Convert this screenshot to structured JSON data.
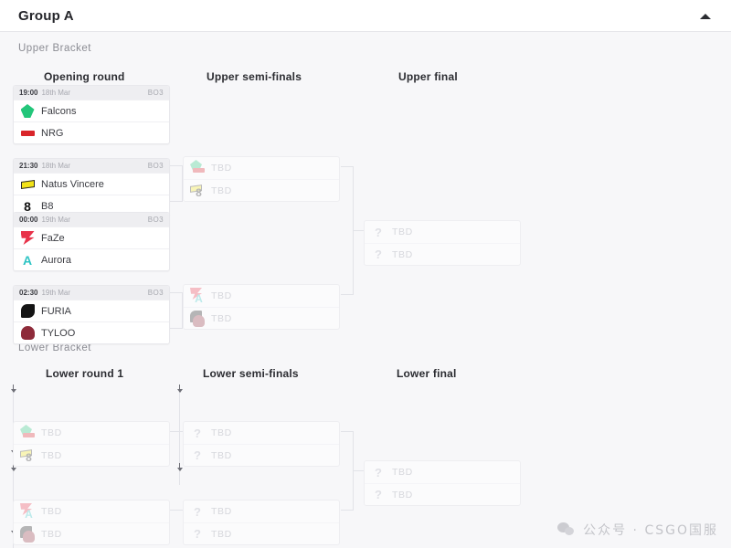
{
  "header": {
    "title": "Group A",
    "collapse_icon": "chevron-up-icon"
  },
  "sections": {
    "upper": {
      "label": "Upper Bracket",
      "rounds": [
        "Opening round",
        "Upper semi-finals",
        "Upper final"
      ]
    },
    "lower": {
      "label": "Lower Bracket",
      "rounds": [
        "Lower round 1",
        "Lower semi-finals",
        "Lower final"
      ]
    }
  },
  "tbd_label": "TBD",
  "upper_opening": [
    {
      "time": "19:00",
      "date": "18th Mar",
      "format": "BO3",
      "teams": [
        {
          "name": "Falcons",
          "logo": "falcons-logo",
          "color": "#23c67a"
        },
        {
          "name": "NRG",
          "logo": "nrg-logo",
          "color": "#d9252a"
        }
      ]
    },
    {
      "time": "21:30",
      "date": "18th Mar",
      "format": "BO3",
      "teams": [
        {
          "name": "Natus Vincere",
          "logo": "navi-logo",
          "color": "#f2e316"
        },
        {
          "name": "B8",
          "logo": "b8-logo",
          "color": "#111111"
        }
      ]
    },
    {
      "time": "00:00",
      "date": "19th Mar",
      "format": "BO3",
      "teams": [
        {
          "name": "FaZe",
          "logo": "faze-logo",
          "color": "#e8334a"
        },
        {
          "name": "Aurora",
          "logo": "aurora-logo",
          "color": "#2ec4c4"
        }
      ]
    },
    {
      "time": "02:30",
      "date": "19th Mar",
      "format": "BO3",
      "teams": [
        {
          "name": "FURIA",
          "logo": "furia-logo",
          "color": "#141414"
        },
        {
          "name": "TYLOO",
          "logo": "tyloo-logo",
          "color": "#8e2b3a"
        }
      ]
    }
  ],
  "upper_semis": [
    {
      "teams": [
        {
          "name": "TBD",
          "ghost": [
            "falcons-logo",
            "nrg-logo"
          ],
          "colors": [
            "#23c67a",
            "#d9252a"
          ]
        },
        {
          "name": "TBD",
          "ghost": [
            "navi-logo",
            "b8-logo"
          ],
          "colors": [
            "#f2e316",
            "#111111"
          ]
        }
      ]
    },
    {
      "teams": [
        {
          "name": "TBD",
          "ghost": [
            "faze-logo",
            "aurora-logo"
          ],
          "colors": [
            "#e8334a",
            "#2ec4c4"
          ]
        },
        {
          "name": "TBD",
          "ghost": [
            "furia-logo",
            "tyloo-logo"
          ],
          "colors": [
            "#141414",
            "#8e2b3a"
          ]
        }
      ]
    }
  ],
  "upper_final": [
    {
      "teams": [
        {
          "name": "TBD",
          "icon": "question-mark-icon"
        },
        {
          "name": "TBD",
          "icon": "question-mark-icon"
        }
      ]
    }
  ],
  "lower_round1": [
    {
      "teams": [
        {
          "name": "TBD",
          "ghost": [
            "falcons-logo",
            "nrg-logo"
          ],
          "colors": [
            "#23c67a",
            "#d9252a"
          ]
        },
        {
          "name": "TBD",
          "ghost": [
            "navi-logo",
            "b8-logo"
          ],
          "colors": [
            "#f2e316",
            "#111111"
          ]
        }
      ]
    },
    {
      "teams": [
        {
          "name": "TBD",
          "ghost": [
            "faze-logo",
            "aurora-logo"
          ],
          "colors": [
            "#e8334a",
            "#2ec4c4"
          ]
        },
        {
          "name": "TBD",
          "ghost": [
            "furia-logo",
            "tyloo-logo"
          ],
          "colors": [
            "#141414",
            "#8e2b3a"
          ]
        }
      ]
    }
  ],
  "lower_semis": [
    {
      "teams": [
        {
          "name": "TBD",
          "icon": "question-mark-icon"
        },
        {
          "name": "TBD",
          "icon": "question-mark-icon"
        }
      ]
    },
    {
      "teams": [
        {
          "name": "TBD",
          "icon": "question-mark-icon"
        },
        {
          "name": "TBD",
          "icon": "question-mark-icon"
        }
      ]
    }
  ],
  "lower_final": [
    {
      "teams": [
        {
          "name": "TBD",
          "icon": "question-mark-icon"
        },
        {
          "name": "TBD",
          "icon": "question-mark-icon"
        }
      ]
    }
  ],
  "watermark": {
    "icon": "wechat-icon",
    "text": "公众号 · CSGO国服"
  },
  "colors": {
    "page_bg": "#f7f7f9",
    "card_bg": "#ffffff",
    "card_border": "#e8e8ec",
    "head_bg": "#eeeef1",
    "line": "#e2e3e8",
    "text": "#3b3c42",
    "muted": "#a0a1a8",
    "tbd_text": "#d6d7dc"
  }
}
